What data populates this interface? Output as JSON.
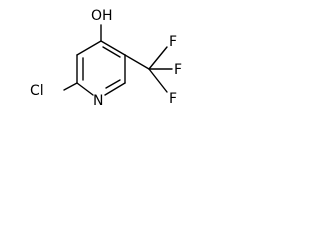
{
  "molecule": {
    "atoms": {
      "hydroxyl": "OH",
      "chlorine": "Cl",
      "nitrogen": "N",
      "fluorine_top": "F",
      "fluorine_right": "F",
      "fluorine_bottom": "F"
    }
  }
}
